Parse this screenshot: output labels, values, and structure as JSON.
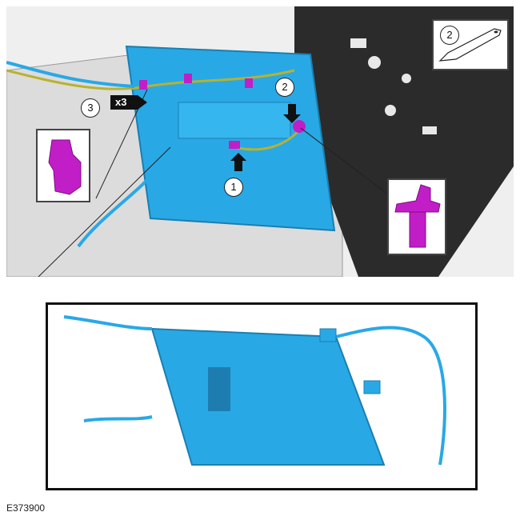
{
  "figure": {
    "id_label": "E373900",
    "callouts": [
      {
        "num": "1",
        "label": "1"
      },
      {
        "num": "2",
        "label": "2"
      },
      {
        "num": "3",
        "label": "3"
      }
    ],
    "multiplier_label": "x3",
    "tool_inset": {
      "callout": "2",
      "tool": "trim-tool-icon"
    },
    "colors": {
      "harness_panel": "#29a8e6",
      "clip": "#c21ec8",
      "wire": "#b8b22e",
      "frame": "#111111"
    }
  }
}
